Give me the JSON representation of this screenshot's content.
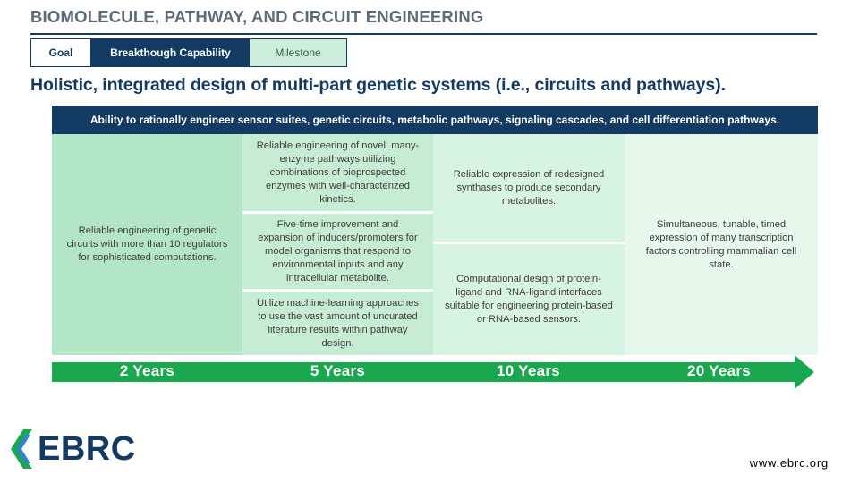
{
  "page": {
    "section_title": "BIOMOLECULE, PATHWAY, AND CIRCUIT ENGINEERING",
    "legend": {
      "goal": "Goal",
      "breakthrough": "Breakthough Capability",
      "milestone": "Milestone"
    },
    "headline": "Holistic, integrated design of multi-part genetic systems (i.e., circuits and pathways).",
    "capability": "Ability to rationally engineer sensor suites, genetic circuits, metabolic pathways, signaling cascades, and cell differentiation pathways."
  },
  "milestones": {
    "year2": "Reliable engineering of genetic circuits with more than 10 regulators for sophisticated computations.",
    "year5": [
      "Reliable engineering of novel, many-enzyme pathways utilizing combinations of bioprospected enzymes with well-characterized kinetics.",
      "Five-time improvement and expansion of inducers/promoters for model organisms that respond to environmental inputs and any intracellular metabolite.",
      "Utilize machine-learning approaches to use the vast amount of uncurated literature results within pathway design."
    ],
    "year10": [
      "Reliable expression of redesigned synthases to produce secondary metabolites.",
      "Computational design of protein-ligand and RNA-ligand interfaces suitable for engineering protein-based or RNA-based sensors."
    ],
    "year20": "Simultaneous, tunable, timed expression of many transcription factors controlling mammalian cell state."
  },
  "timeline": {
    "labels": [
      "2 Years",
      "5 Years",
      "10 Years",
      "20 Years"
    ],
    "color": "#1aa84f"
  },
  "footer": {
    "logo_text": "EBRC",
    "url": "www.ebrc.org"
  },
  "colors": {
    "navy": "#123a63",
    "milestone_green": "#cdeeda",
    "arrow_green": "#1aa84f"
  }
}
